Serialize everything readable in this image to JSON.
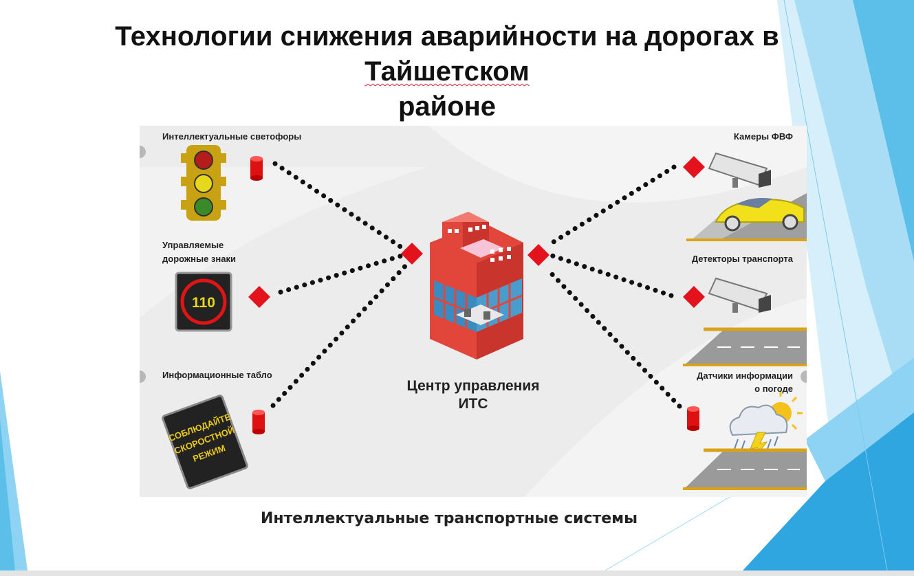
{
  "slide": {
    "title_line1": "Технологии снижения аварийности на дорогах в",
    "title_line2": "Тайшетском",
    "title_line3": "районе",
    "caption": "Интеллектуальные транспортные системы"
  },
  "diagram": {
    "center_line1": "Центр управления",
    "center_line2": "ИТС",
    "left_labels": {
      "traffic_lights": "Интеллектуальные светофоры",
      "signs_line1": "Управляемые",
      "signs_line2": "дорожные знаки",
      "info_boards": "Информационные табло"
    },
    "right_labels": {
      "cameras": "Камеры ФВФ",
      "detectors": "Детекторы транспорта",
      "weather_line1": "Датчики информации",
      "weather_line2": "о погоде"
    },
    "speed_sign_value": "110",
    "board_line1": "СОБЛЮДАЙТЕ",
    "board_line2": "СКОРОСТНОЙ",
    "board_line3": "РЕЖИМ"
  },
  "colors": {
    "accent_blue": "#29a9e1",
    "light_blue": "#8fd3f4",
    "node_red": "#e3121c",
    "building_red": "#e2463b",
    "dots": "#111111"
  }
}
